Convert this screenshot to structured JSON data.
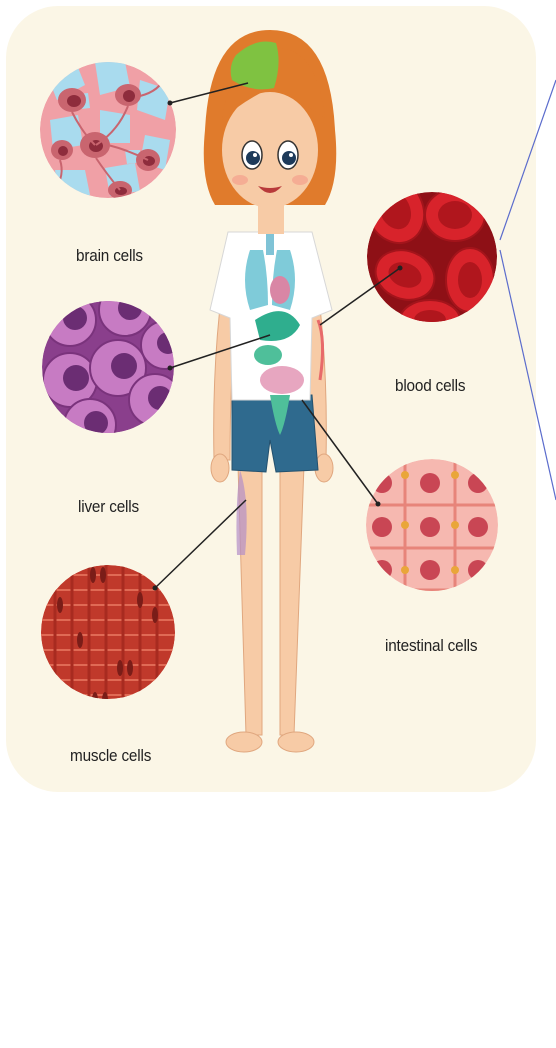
{
  "colors": {
    "card_background": "#fbf6e6",
    "brain_region": "#7fc241",
    "hair": "#e07b2c",
    "skin": "#f7cba6",
    "shirt": "#ffffff",
    "shorts": "#2f6a8e",
    "brain_cells_bg": "#f0a0a6",
    "brain_cells_gaps": "#a9dbee",
    "liver_cells": "#9b4f9c",
    "muscle_cells": "#c0392b",
    "blood_cells": "#c81a22",
    "intestinal_cells": "#f6b8b0",
    "callout_line": "#5b6ccc"
  },
  "labels": {
    "brain": "brain cells",
    "liver": "liver cells",
    "muscle": "muscle cells",
    "blood": "blood cells",
    "intestinal": "intestinal cells"
  }
}
